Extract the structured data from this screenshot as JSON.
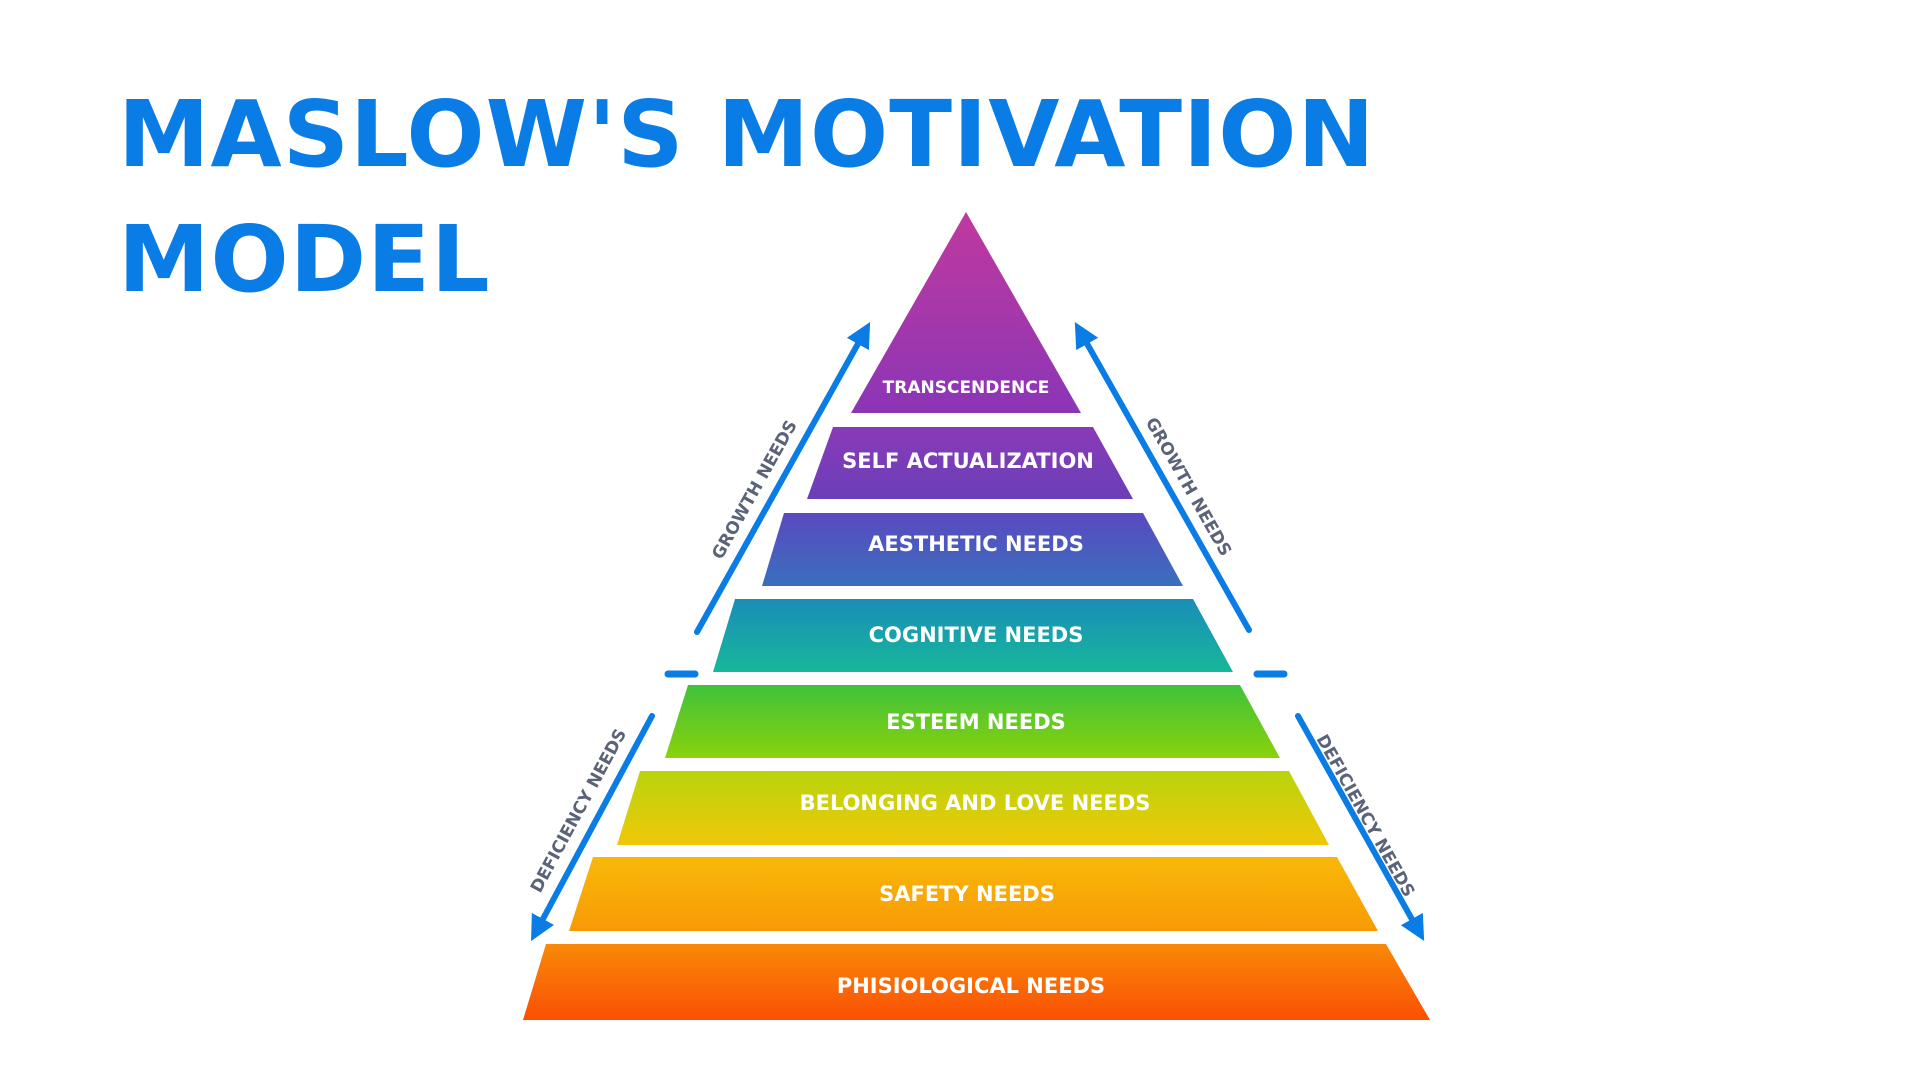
{
  "title": {
    "line1": "MASLOW'S MOTIVATION",
    "line2": "MODEL"
  },
  "tiers": [
    {
      "label": "TRANSCENDENCE",
      "color_top": "#c0399e",
      "color_bottom": "#8b36b6"
    },
    {
      "label": "SELF ACTUALIZATION",
      "color_top": "#8a3ab7",
      "color_bottom": "#6a3fb8"
    },
    {
      "label": "AESTHETIC NEEDS",
      "color_top": "#5a49c0",
      "color_bottom": "#3a6fbd"
    },
    {
      "label": "COGNITIVE NEEDS",
      "color_top": "#1a8db8",
      "color_bottom": "#17b79a"
    },
    {
      "label": "ESTEEM NEEDS",
      "color_top": "#3fc23a",
      "color_bottom": "#8ad20c"
    },
    {
      "label": "BELONGING AND LOVE NEEDS",
      "color_top": "#b8d40c",
      "color_bottom": "#f0c808"
    },
    {
      "label": "SAFETY NEEDS",
      "color_top": "#f8b808",
      "color_bottom": "#f89a06"
    },
    {
      "label": "PHISIOLOGICAL NEEDS",
      "color_top": "#f88a08",
      "color_bottom": "#fb4f04"
    }
  ],
  "side_labels": {
    "growth_left": "GROWTH NEEDS",
    "growth_right": "GROWTH NEEDS",
    "deficiency_left": "DEFICIENCY NEEDS",
    "deficiency_right": "DEFICIENCY NEEDS"
  },
  "colors": {
    "title": "#0a7ce6",
    "arrow": "#0a7ce6",
    "side_text": "#5a6378"
  }
}
